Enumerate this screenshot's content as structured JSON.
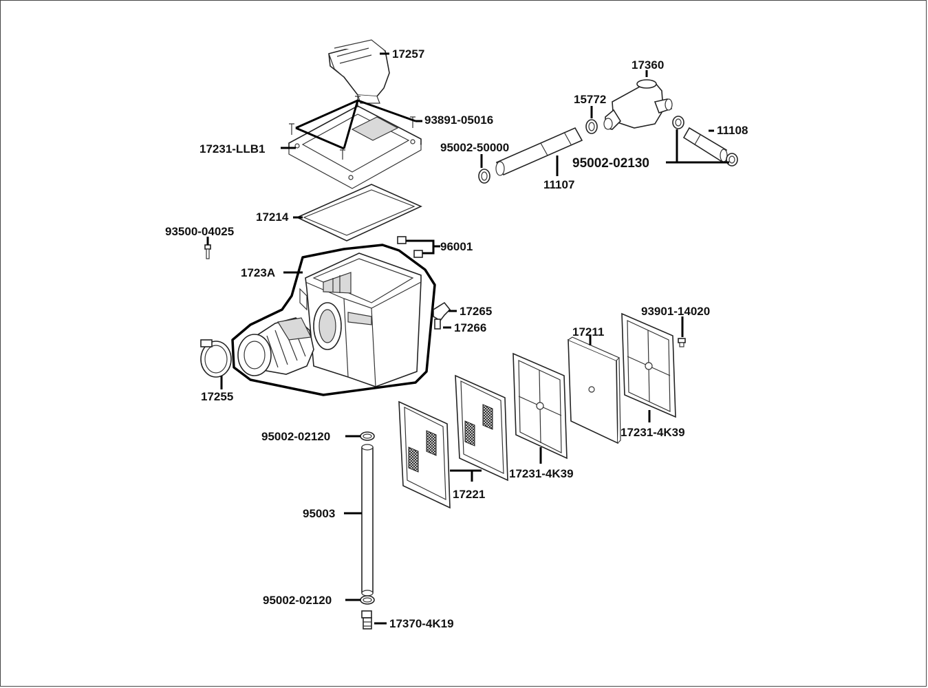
{
  "labels": {
    "p17257": "17257",
    "p93891_05016": "93891-05016",
    "p17231_LLB1": "17231-LLB1",
    "p17360": "17360",
    "p15772": "15772",
    "p11108": "11108",
    "p95002_50000": "95002-50000",
    "p95002_02130": "95002-02130",
    "p11107": "11107",
    "p17214": "17214",
    "p93500_04025": "93500-04025",
    "p96001": "96001",
    "p1723A": "1723A",
    "p17265": "17265",
    "p17266": "17266",
    "p93901_14020": "93901-14020",
    "p17211": "17211",
    "p17255": "17255",
    "p17231_4K39_right": "17231-4K39",
    "p95002_02120_top": "95002-02120",
    "p17231_4K39_mid": "17231-4K39",
    "p17221": "17221",
    "p95003": "95003",
    "p95002_02120_bottom": "95002-02120",
    "p17370_4K19": "17370-4K19"
  }
}
